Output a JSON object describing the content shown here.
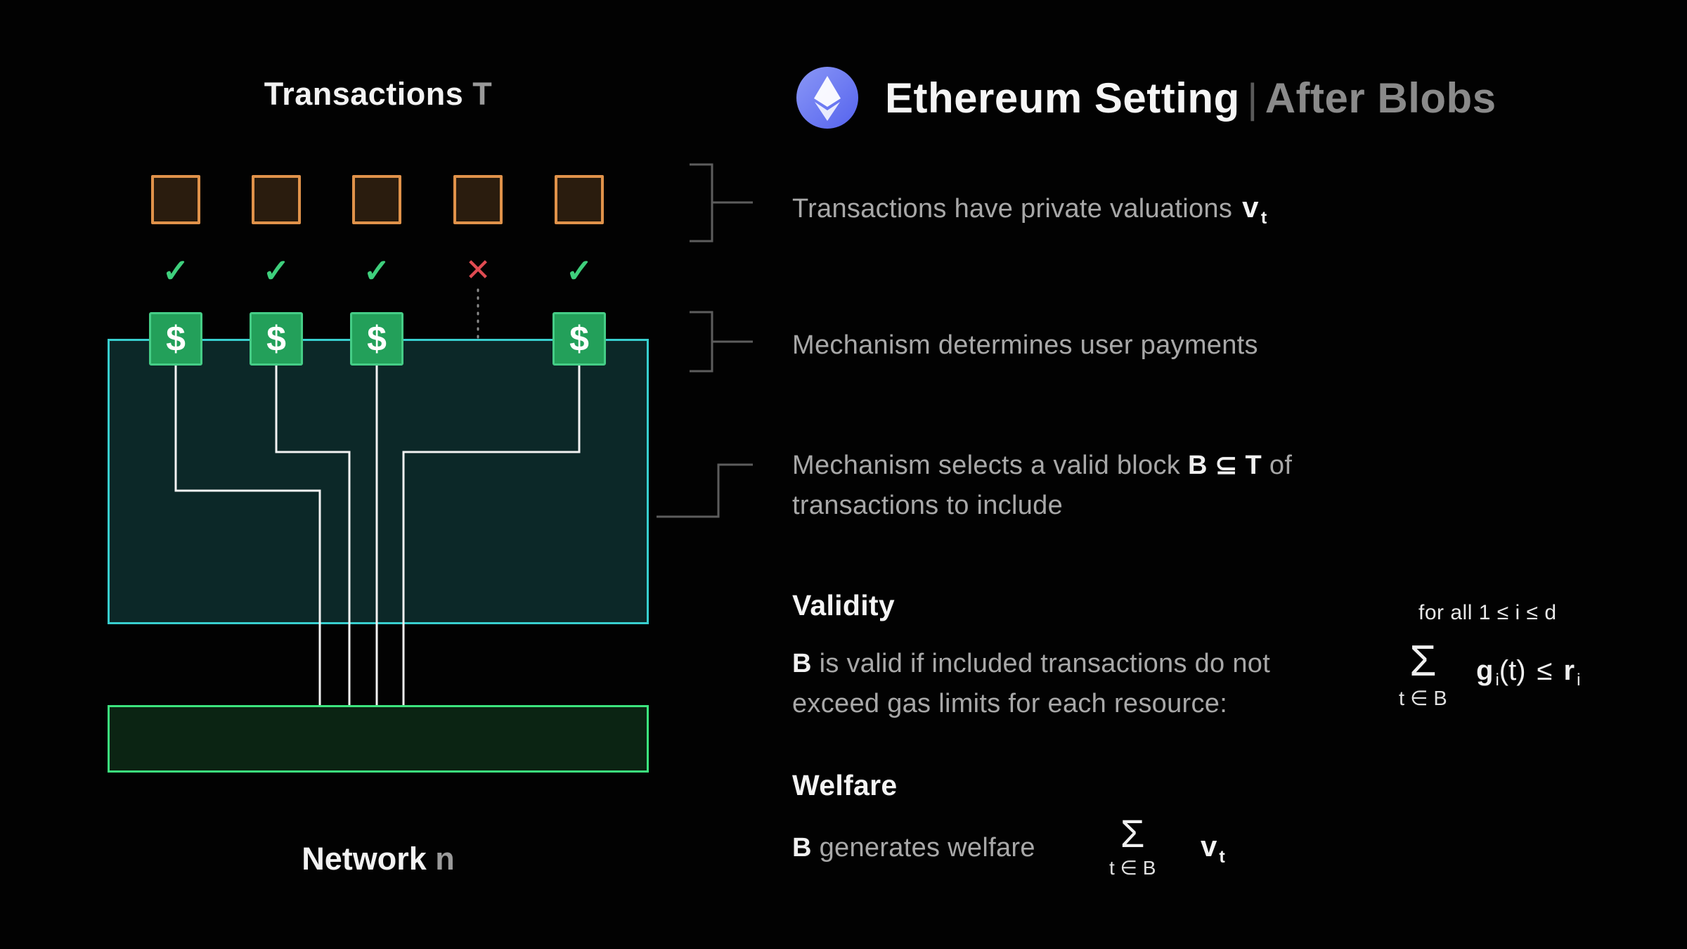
{
  "diagram": {
    "title": {
      "main": "Transactions ",
      "symbol": "T"
    },
    "icons": {
      "check": "✓",
      "cross": "✕",
      "dollar": "$"
    },
    "transactions": [
      {
        "status": "accepted"
      },
      {
        "status": "accepted"
      },
      {
        "status": "accepted"
      },
      {
        "status": "rejected"
      },
      {
        "status": "accepted"
      }
    ],
    "network_label": {
      "main": "Network ",
      "symbol": "n"
    }
  },
  "header": {
    "logo": "ethereum-logo",
    "title": "Ethereum Setting",
    "divider": "|",
    "subtitle": "After Blobs"
  },
  "annotations": {
    "valuations": {
      "text": "Transactions have private valuations",
      "math_base": "v",
      "math_sub": "t"
    },
    "payments": {
      "text": "Mechanism determines user payments"
    },
    "block_selection": {
      "pre": "Mechanism selects a valid block ",
      "math": "B ⊆ T",
      "post": " of",
      "line2": "transactions to include"
    }
  },
  "validity": {
    "heading": "Validity",
    "b": "B",
    "line1": " is valid if included transactions do not",
    "line2": "exceed gas limits for each resource:",
    "quantifier": "for all 1 ≤ i ≤ d",
    "formula": {
      "sigma": "Σ",
      "under": "t ∈ B",
      "g": "g",
      "g_sub": "i",
      "arg": "(t)",
      "leq": "≤",
      "r": "r",
      "r_sub": "i"
    }
  },
  "welfare": {
    "heading": "Welfare",
    "b": "B",
    "text": " generates welfare",
    "formula": {
      "sigma": "Σ",
      "under": "t ∈ B",
      "v": "v",
      "v_sub": "t"
    }
  },
  "colors": {
    "accent_orange": "#e0924a",
    "accent_green": "#23a05a",
    "accent_teal": "#38cfcf",
    "network_green": "#3ce47e",
    "check_green": "#3ecf7c",
    "cross_red": "#e04b52",
    "logo_blue": "#6474f0"
  }
}
